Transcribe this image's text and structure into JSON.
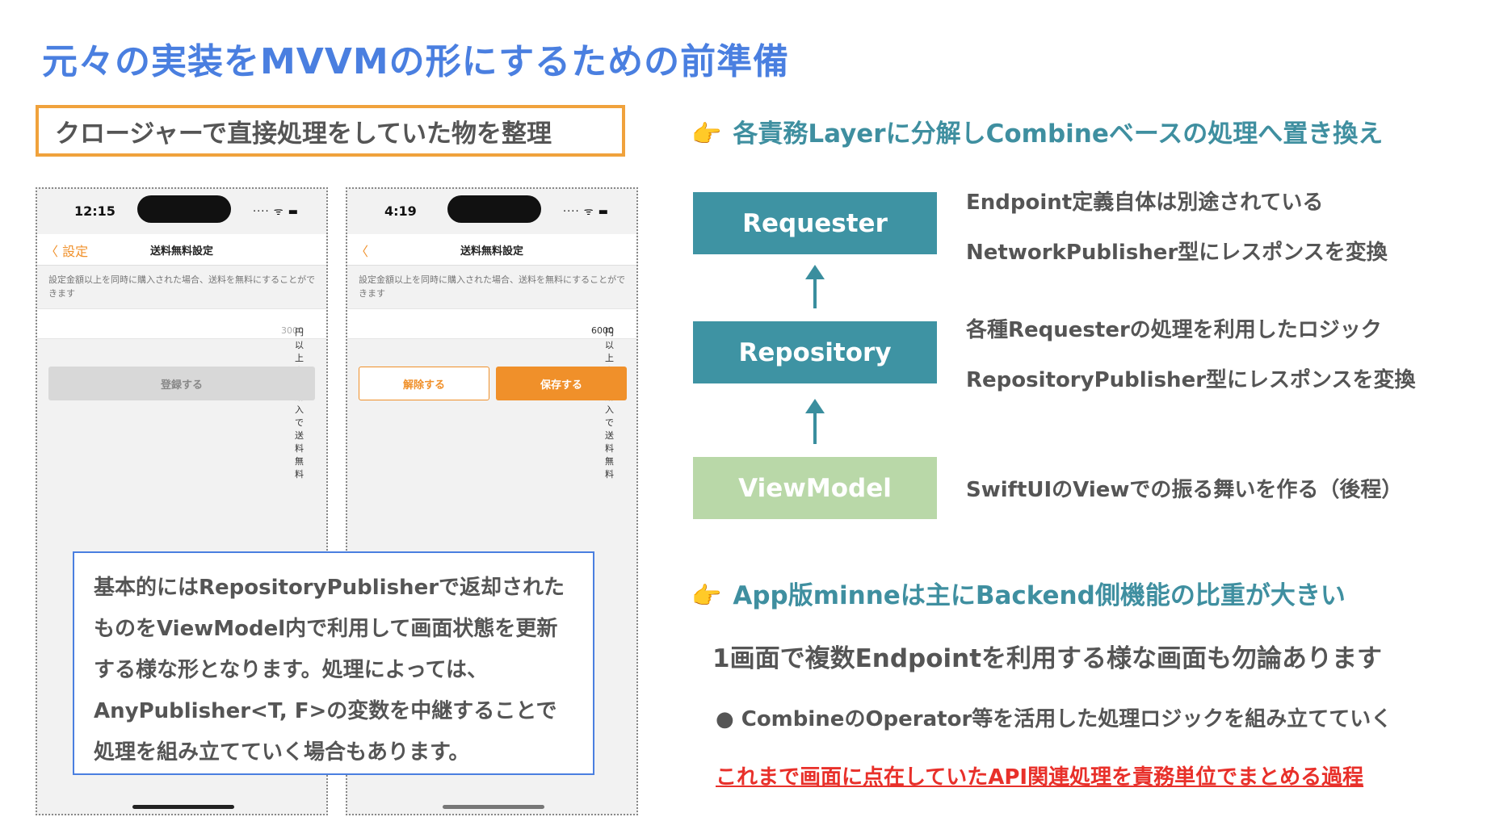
{
  "title": "元々の実装をMVVMの形にするための前準備",
  "left_label": "クロージャーで直接処理をしていた物を整理",
  "phones": [
    {
      "time": "12:15",
      "signal": "····  ᯤ ▬",
      "back_label": "〈 設定",
      "nav_title": "送料無料設定",
      "description": "設定金額以上を同時に購入された場合、送料を無料にすることができます",
      "amount": "3000",
      "amount_suffix": "円以上上の購入で送料無料",
      "button": "登録する"
    },
    {
      "time": "4:19",
      "signal": "····  ᯤ ▬",
      "back_label": "〈",
      "nav_title": "送料無料設定",
      "description": "設定金額以上を同時に購入された場合、送料を無料にすることができます",
      "amount": "6000",
      "amount_suffix": "円以上上の購入で送料無料",
      "button_cancel": "解除する",
      "button_save": "保存する"
    }
  ],
  "note": "基本的にはRepositoryPublisherで返却されたものをViewModel内で利用して画面状態を更新する様な形となります。処理によっては、AnyPublisher<T, F>の変数を中継することで処理を組み立てていく場合もあります。",
  "heading1": "各責務Layerに分解しCombineベースの処理へ置き換え",
  "layers": {
    "requester": "Requester",
    "repository": "Repository",
    "viewmodel": "ViewModel"
  },
  "layer_desc": {
    "requester_1": "Endpoint定義自体は別途されている",
    "requester_2": "NetworkPublisher型にレスポンスを変換",
    "repository_1": "各種Requesterの処理を利用したロジック",
    "repository_2": "RepositoryPublisher型にレスポンスを変換",
    "viewmodel_1": "SwiftUIのViewでの振る舞いを作る（後程）"
  },
  "heading2": "App版minneは主にBackend側機能の比重が大きい",
  "line1": "1画面で複数Endpointを利用する様な画面も勿論あります",
  "bullet": "● CombineのOperator等を活用した処理ロジックを組み立てていく",
  "red_line": "これまで画面に点在していたAPI関連処理を責務単位でまとめる過程",
  "colors": {
    "title": "#4a7fe0",
    "accent_orange": "#f0a23c",
    "teal": "#3f8fa0",
    "layer_teal": "#3e93a3",
    "layer_green": "#b9d8a8",
    "red": "#e8302a"
  },
  "icons": {
    "pointing_hand": "👉"
  }
}
